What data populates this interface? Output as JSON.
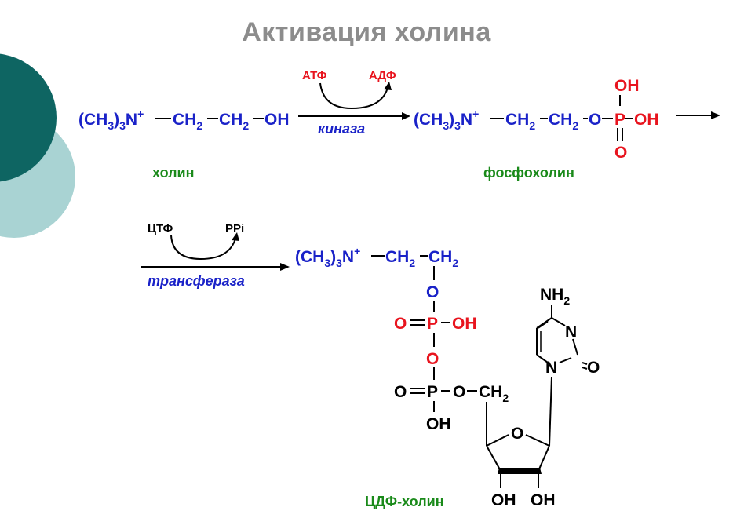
{
  "title": "Активация холина",
  "labels": {
    "choline": "холин",
    "phosphocholine": "фосфохолин",
    "cdp_choline": "ЦДФ-холин"
  },
  "step1": {
    "in": "АТФ",
    "out": "АДФ",
    "enzyme": "киназа"
  },
  "step2": {
    "in": "ЦТФ",
    "out": "PPi",
    "enzyme": "трансфераза"
  },
  "atoms": {
    "OH": "OH",
    "O": "O",
    "P": "P",
    "N": "N",
    "NH2_base": "NH",
    "sub2": "2",
    "sub3": "3",
    "CH3": "(CH",
    "Nplus": "N",
    "plus": "+",
    "CH": "CH"
  },
  "colors": {
    "structure": "#1a22c8",
    "phosphate": "#e8141e",
    "label": "#1a8a1a",
    "title": "#8c8c8c"
  }
}
